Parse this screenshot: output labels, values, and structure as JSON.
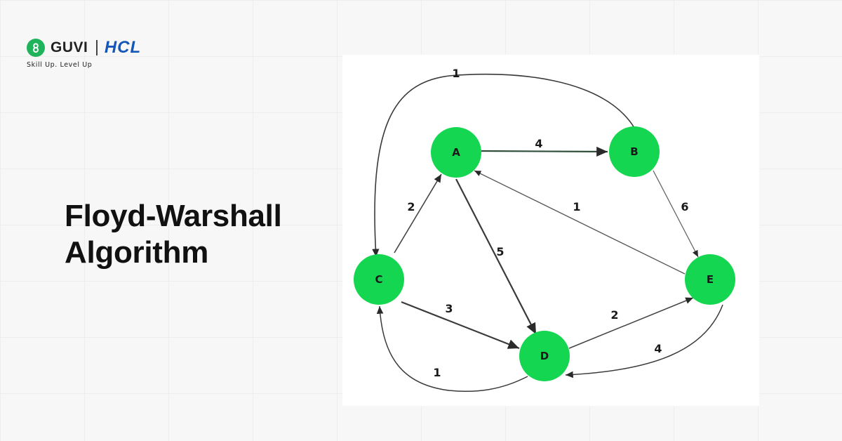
{
  "brand": {
    "guvi": "GUVI",
    "hcl": "HCL",
    "tagline": "Skill Up. Level Up"
  },
  "title": {
    "line1": "Floyd-Warshall",
    "line2": "Algorithm"
  },
  "colors": {
    "node_fill": "#15d650",
    "edge": "#3a3a3a",
    "guvi_green": "#1fb35b",
    "hcl_blue": "#1457b8"
  },
  "graph": {
    "nodes": [
      {
        "id": "A",
        "label": "A"
      },
      {
        "id": "B",
        "label": "B"
      },
      {
        "id": "C",
        "label": "C"
      },
      {
        "id": "D",
        "label": "D"
      },
      {
        "id": "E",
        "label": "E"
      }
    ],
    "edges": [
      {
        "from": "A",
        "to": "B",
        "weight": "4"
      },
      {
        "from": "B",
        "to": "C",
        "weight": "1"
      },
      {
        "from": "B",
        "to": "E",
        "weight": "6"
      },
      {
        "from": "E",
        "to": "A",
        "weight": "1"
      },
      {
        "from": "C",
        "to": "A",
        "weight": "2"
      },
      {
        "from": "A",
        "to": "D",
        "weight": "5"
      },
      {
        "from": "C",
        "to": "D",
        "weight": "3"
      },
      {
        "from": "D",
        "to": "E",
        "weight": "2"
      },
      {
        "from": "D",
        "to": "C",
        "weight": "1"
      },
      {
        "from": "E",
        "to": "D",
        "weight": "4"
      }
    ]
  }
}
